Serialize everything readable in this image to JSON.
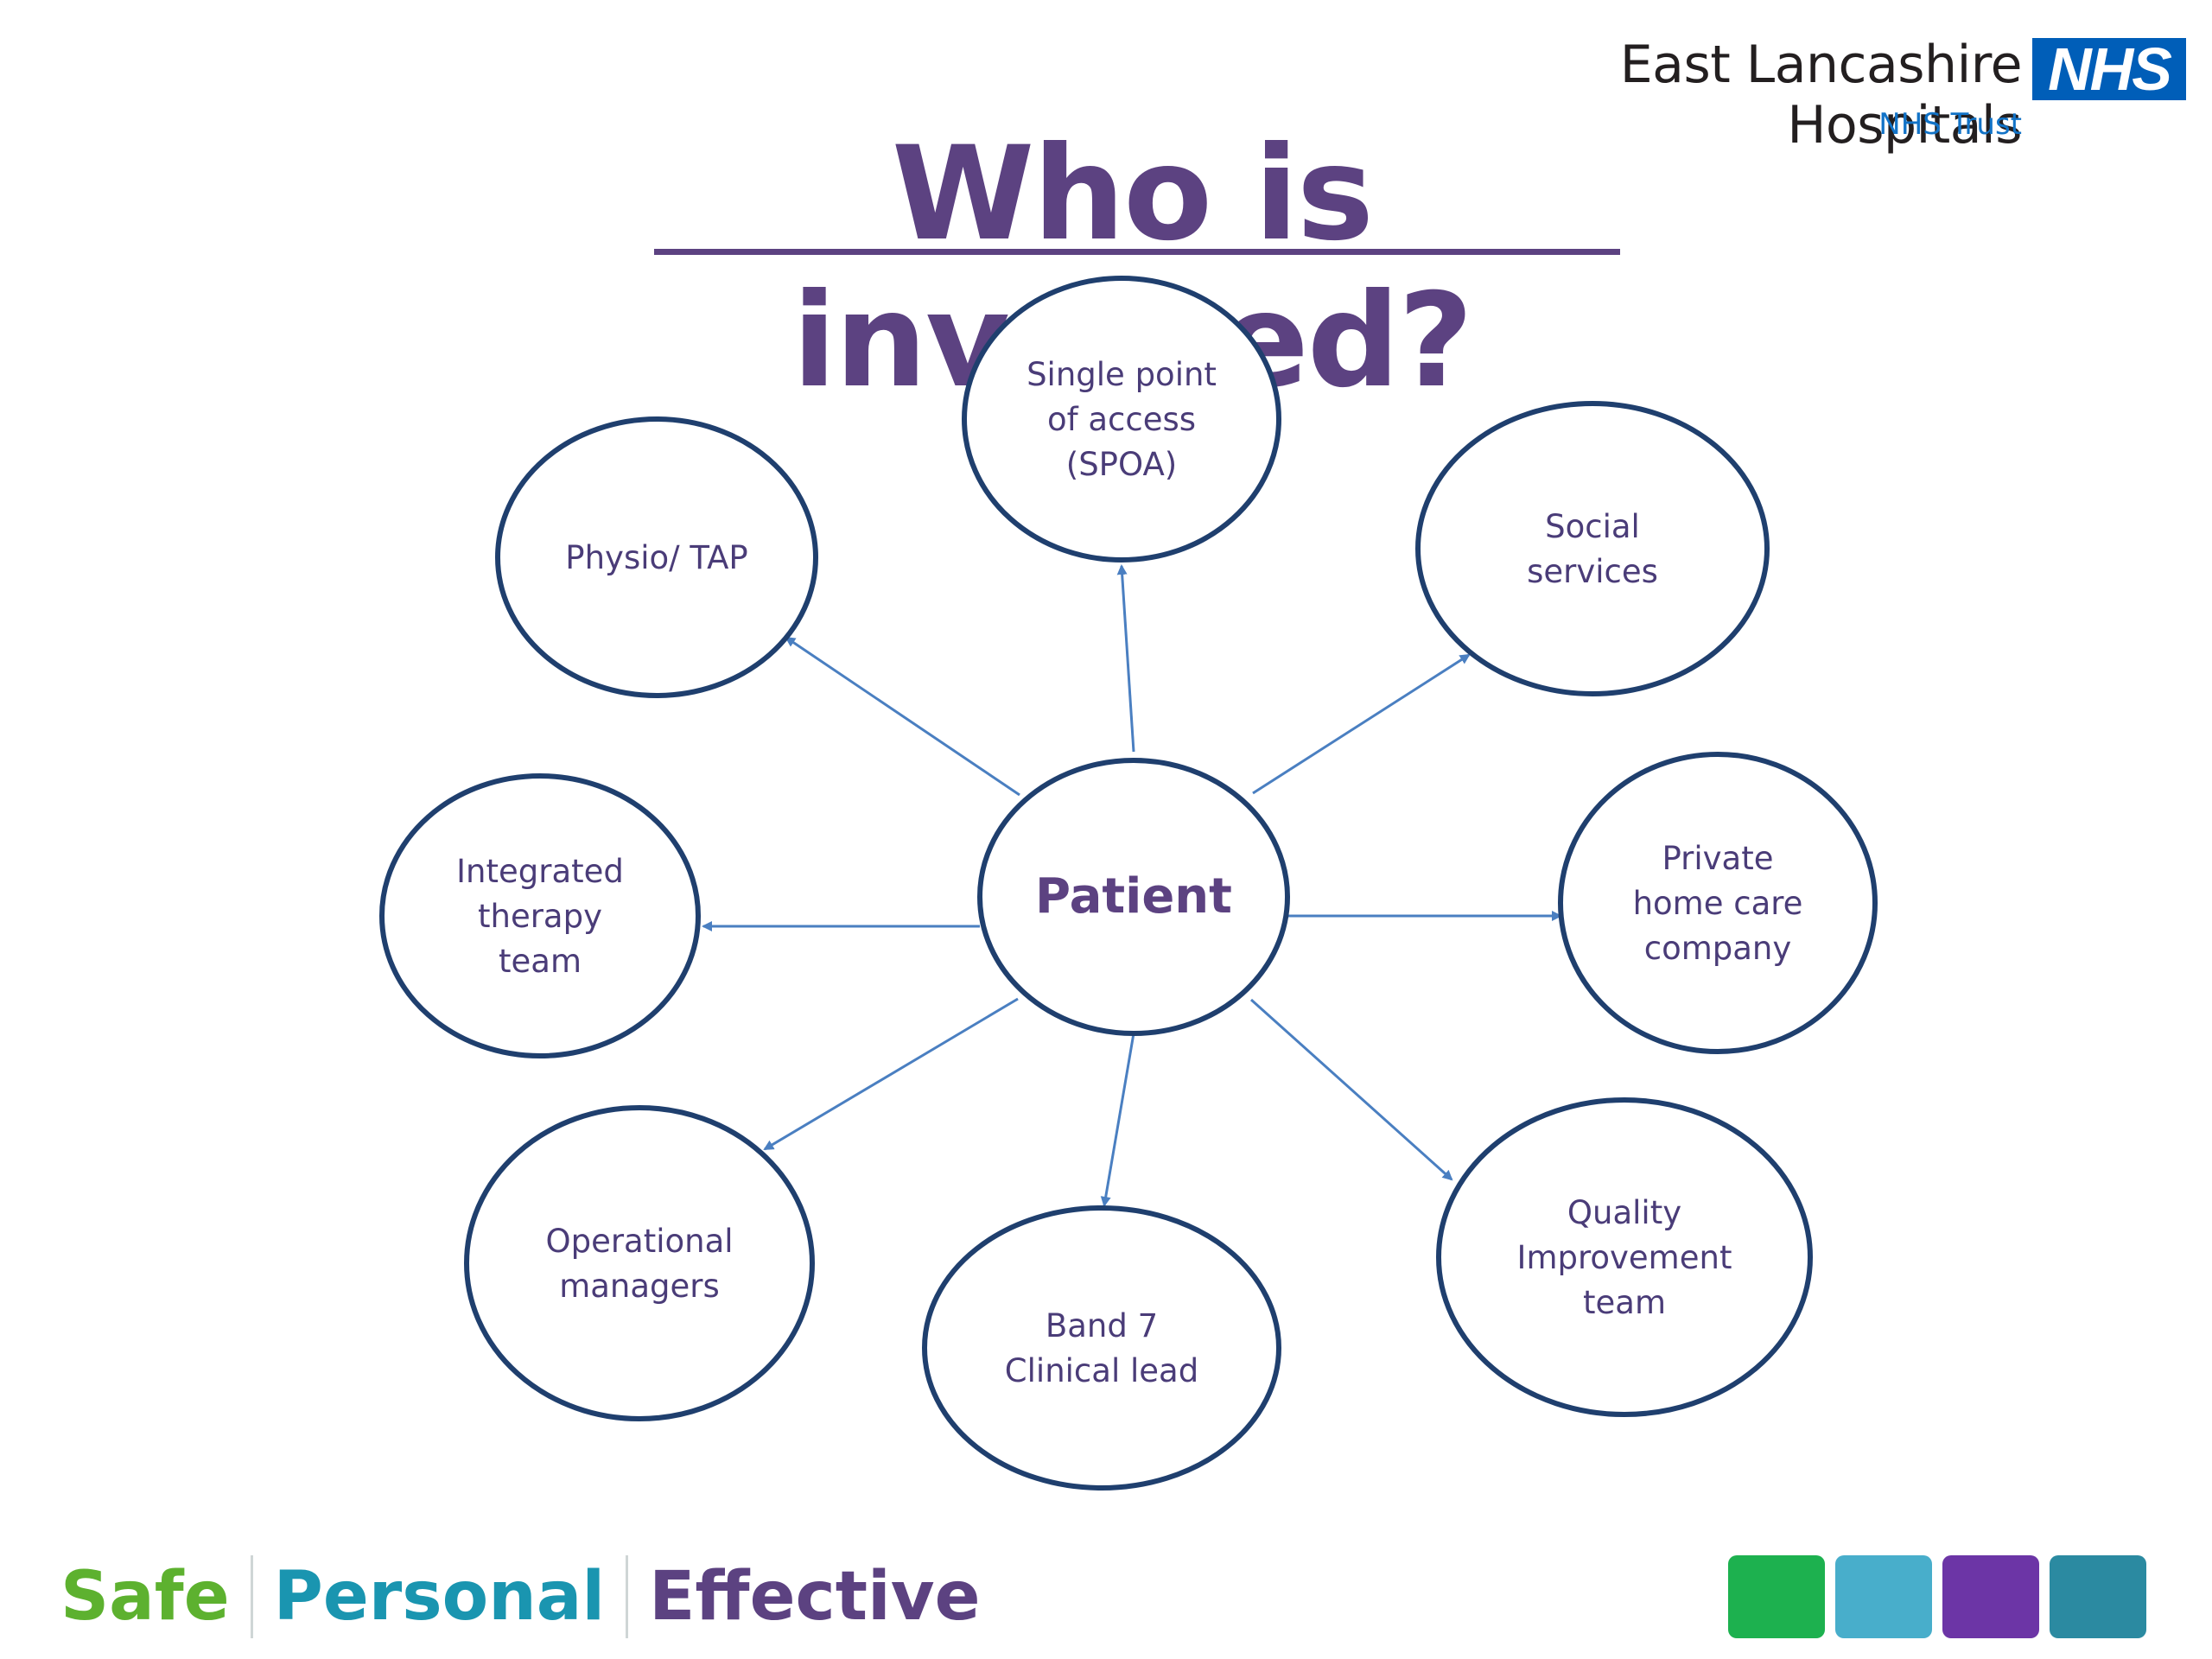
{
  "header": {
    "org_name": "East Lancashire Hospitals",
    "nhs_logo": "NHS",
    "org_sub": "NHS Trust"
  },
  "title": "Who is involved?",
  "diagram": {
    "center": {
      "id": "patient",
      "lines": [
        "Patient"
      ]
    },
    "nodes": [
      {
        "id": "spoa",
        "lines": [
          "Single point",
          "of access",
          "(SPOA)"
        ]
      },
      {
        "id": "social-services",
        "lines": [
          "Social",
          "services"
        ]
      },
      {
        "id": "private-home-care",
        "lines": [
          "Private",
          "home care",
          "company"
        ]
      },
      {
        "id": "quality-improvement",
        "lines": [
          "Quality",
          "Improvement",
          "team"
        ]
      },
      {
        "id": "band7-clinical-lead",
        "lines": [
          "Band 7",
          "Clinical lead"
        ]
      },
      {
        "id": "operational-managers",
        "lines": [
          "Operational",
          "managers"
        ]
      },
      {
        "id": "integrated-therapy",
        "lines": [
          "Integrated",
          "therapy",
          "team"
        ]
      },
      {
        "id": "physio-tap",
        "lines": [
          "Physio/ TAP"
        ]
      }
    ],
    "colors": {
      "circle_stroke": "#1f3f6e",
      "arrow": "#4a7fc1",
      "text": "#4a3c78"
    }
  },
  "footer": {
    "values": [
      {
        "text": "Safe",
        "color": "#5db12f"
      },
      {
        "text": "Personal",
        "color": "#1a95b0"
      },
      {
        "text": "Effective",
        "color": "#5c4281"
      }
    ],
    "brand_colors": [
      "#1db14f",
      "#48aecb",
      "#6c35a6",
      "#2b8aa1"
    ]
  }
}
